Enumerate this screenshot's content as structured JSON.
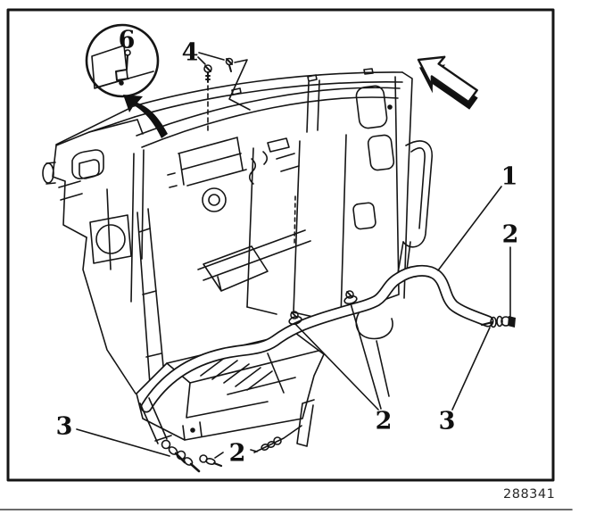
{
  "figure": {
    "number": "288341"
  },
  "callouts": [
    {
      "id": "part-6-clip-detail",
      "label": "6"
    },
    {
      "id": "part-4-screws",
      "label": "4"
    },
    {
      "id": "part-1-harness-bar",
      "label": "1"
    },
    {
      "id": "part-2-bolt-right",
      "label": "2"
    },
    {
      "id": "part-2-bolts-middle",
      "label": "2"
    },
    {
      "id": "part-2-bolt-bottom",
      "label": "2"
    },
    {
      "id": "part-3-bolts-left",
      "label": "3"
    },
    {
      "id": "part-3-bolt-right",
      "label": "3"
    }
  ],
  "icons": {
    "front_direction_arrow": "block-arrow-pointing-up-left",
    "removal_rotate_arrow": "curved-arrow-pointing-up-left"
  },
  "colors": {
    "line": "#151515",
    "background": "#ffffff"
  }
}
